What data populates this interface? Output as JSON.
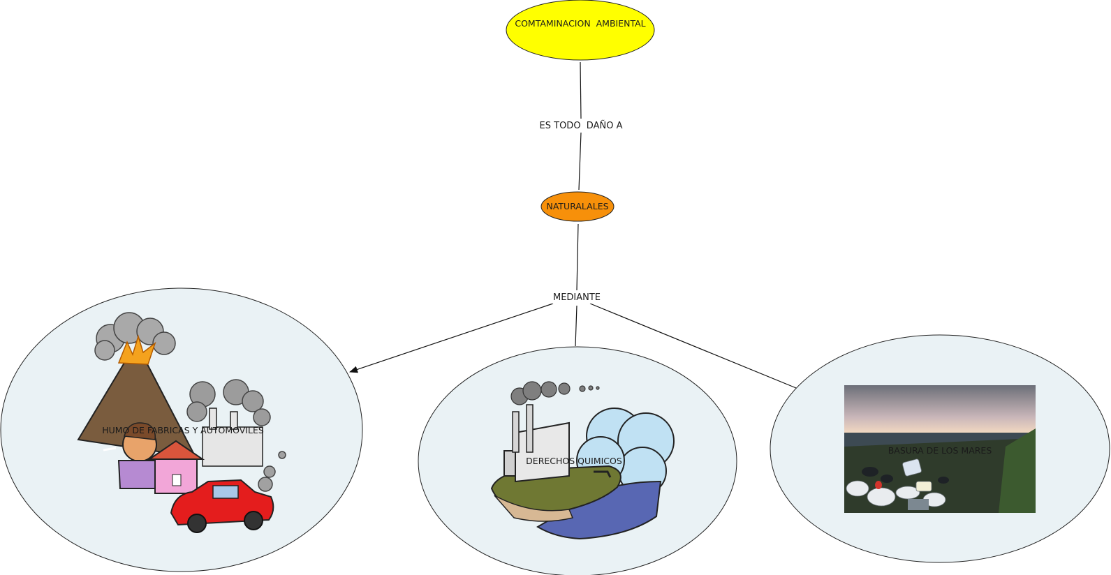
{
  "root": {
    "label": "COMTAMINACION  AMBIENTAL",
    "fill": "#ffff00"
  },
  "link1": {
    "label": "ES TODO  DAÑO A"
  },
  "concept": {
    "label": "NATURALALES",
    "fill": "#f7900a"
  },
  "link2": {
    "label": "MEDIANTE"
  },
  "leaves": [
    {
      "label": "HUMO DE FABRICAS Y AUTOMOVILES",
      "image": "volcano-factory-car-illustration",
      "fill": "#eaf2f5"
    },
    {
      "label": "DERECHOS QUIMICOS",
      "image": "factory-coast-illustration",
      "fill": "#eaf2f5"
    },
    {
      "label": "BASURA DE LOS MARES",
      "image": "beach-garbage-photo",
      "fill": "#eaf2f5"
    }
  ]
}
